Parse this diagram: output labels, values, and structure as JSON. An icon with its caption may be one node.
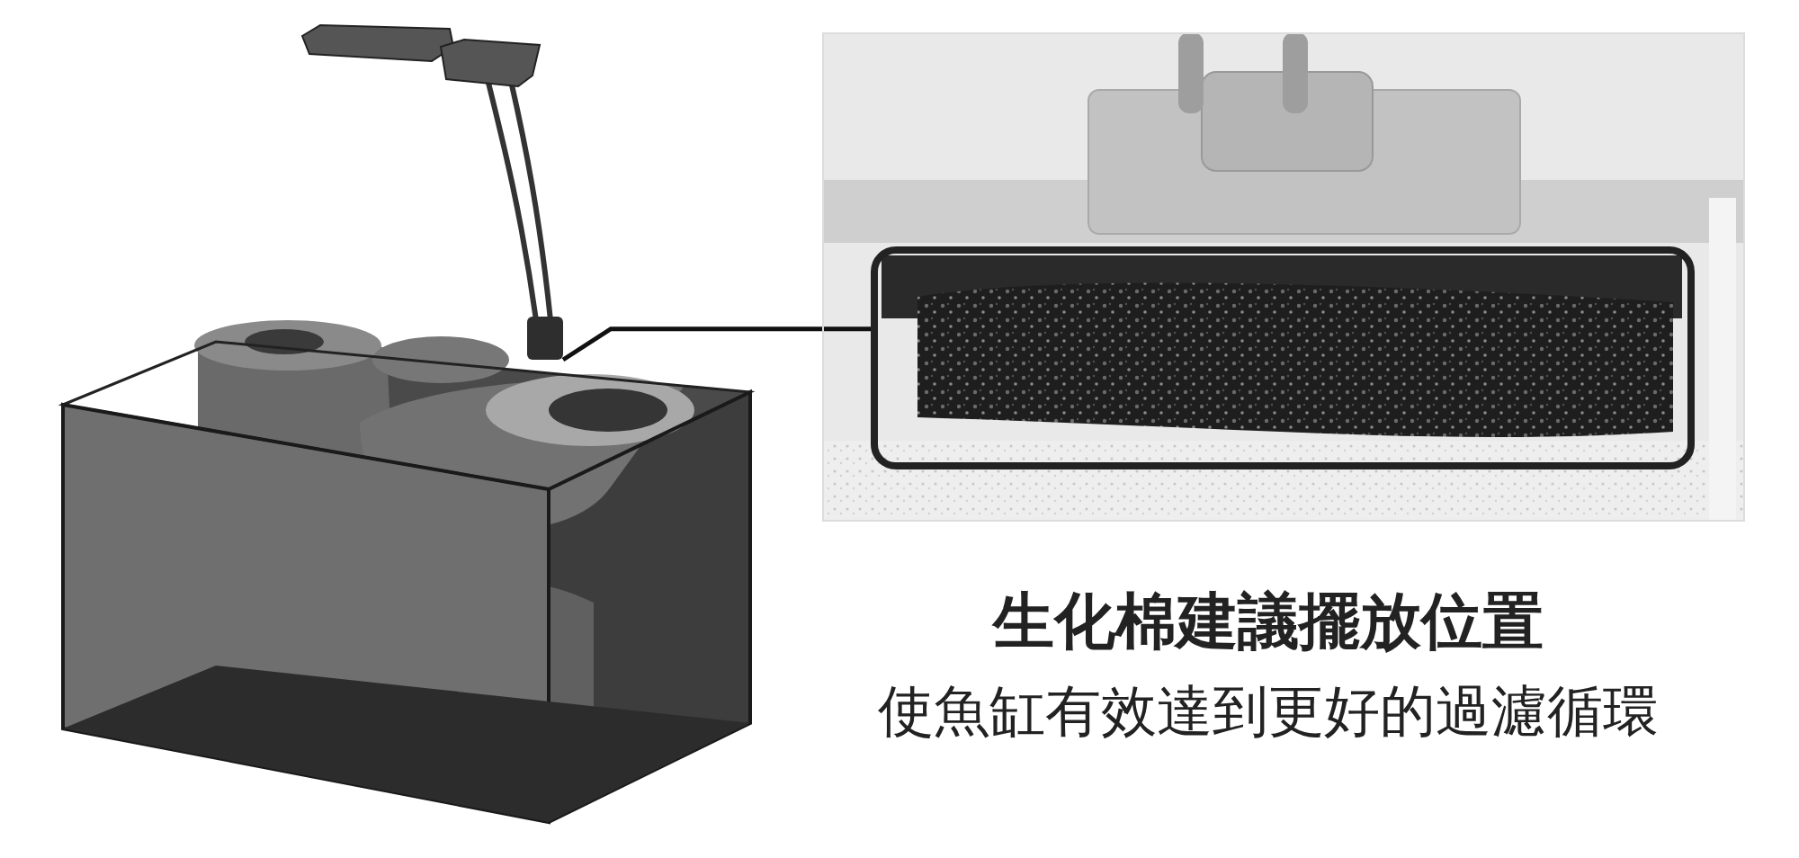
{
  "diagram": {
    "title": "生化棉建議擺放位置",
    "caption": "使魚缸有效達到更好的過濾循環",
    "nodes": [
      {
        "text": [],
        "shape": "box"
      },
      {
        "text": [],
        "shape": "picture"
      },
      {
        "text": [],
        "shape": "box",
        "in": 1
      }
    ],
    "edges": [
      {
        "from": 0,
        "to": 2,
        "arrow": "none"
      }
    ]
  }
}
